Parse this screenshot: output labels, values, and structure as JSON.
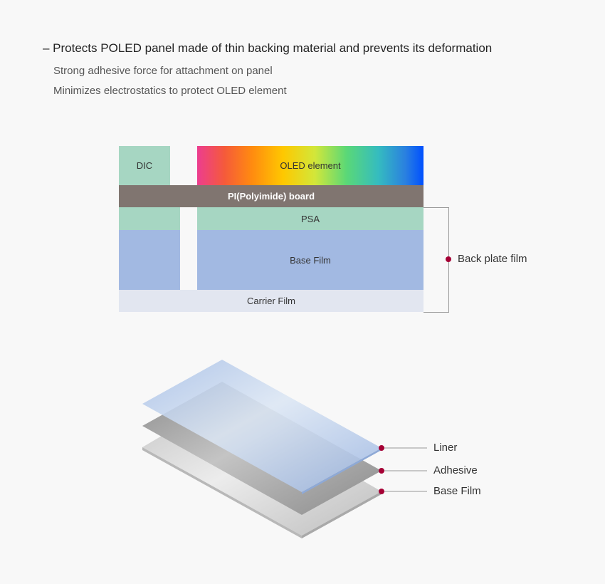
{
  "heading": "– Protects POLED panel made of thin backing material and prevents its deformation",
  "bullets": [
    "Strong adhesive force for attachment on panel",
    "Minimizes electrostatics to protect OLED element"
  ],
  "cross_section": {
    "dic": "DIC",
    "oled": "OLED element",
    "pi": "PI(Polyimide) board",
    "psa": "PSA",
    "base_film": "Base Film",
    "carrier_film": "Carrier Film",
    "bracket_label": "Back plate film"
  },
  "exploded": {
    "liner": "Liner",
    "adhesive": "Adhesive",
    "base_film": "Base Film"
  },
  "colors": {
    "accent": "#a50034",
    "pi_board": "#807570",
    "psa": "#a6d6c2",
    "base_film": "#a2b9e2",
    "carrier_film": "#e2e6f0"
  }
}
